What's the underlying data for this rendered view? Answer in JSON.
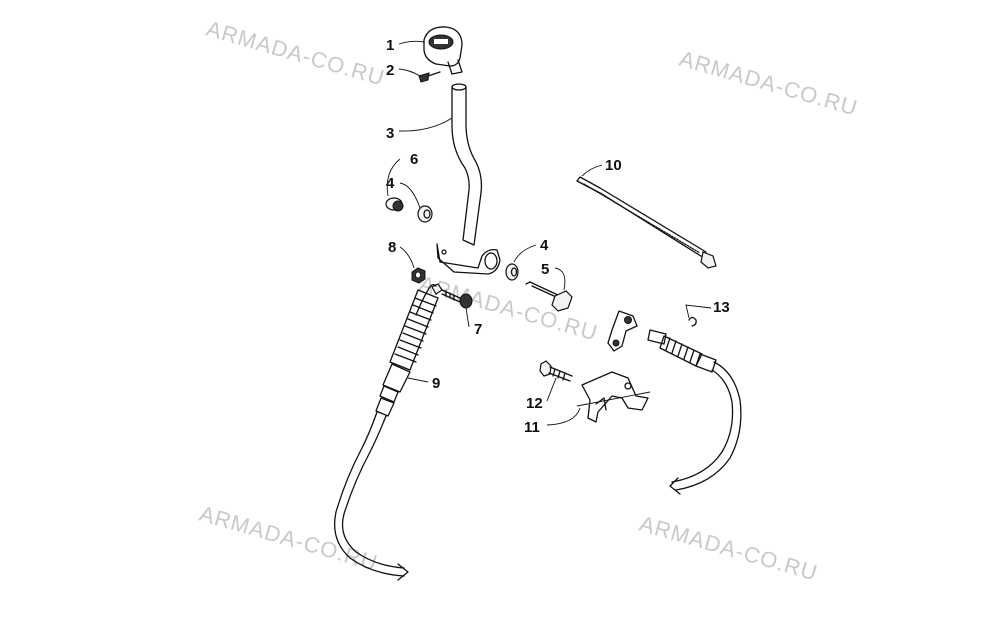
{
  "watermark": "ARMADA-CO.RU",
  "callouts": {
    "c1": "1",
    "c2": "2",
    "c3": "3",
    "c4a": "4",
    "c4b": "4",
    "c5": "5",
    "c6": "6",
    "c7": "7",
    "c8": "8",
    "c9": "9",
    "c10": "10",
    "c11": "11",
    "c12": "12",
    "c13": "13"
  },
  "colors": {
    "ink": "#111111",
    "watermark": "#c9c9c9",
    "background": "#ffffff"
  }
}
